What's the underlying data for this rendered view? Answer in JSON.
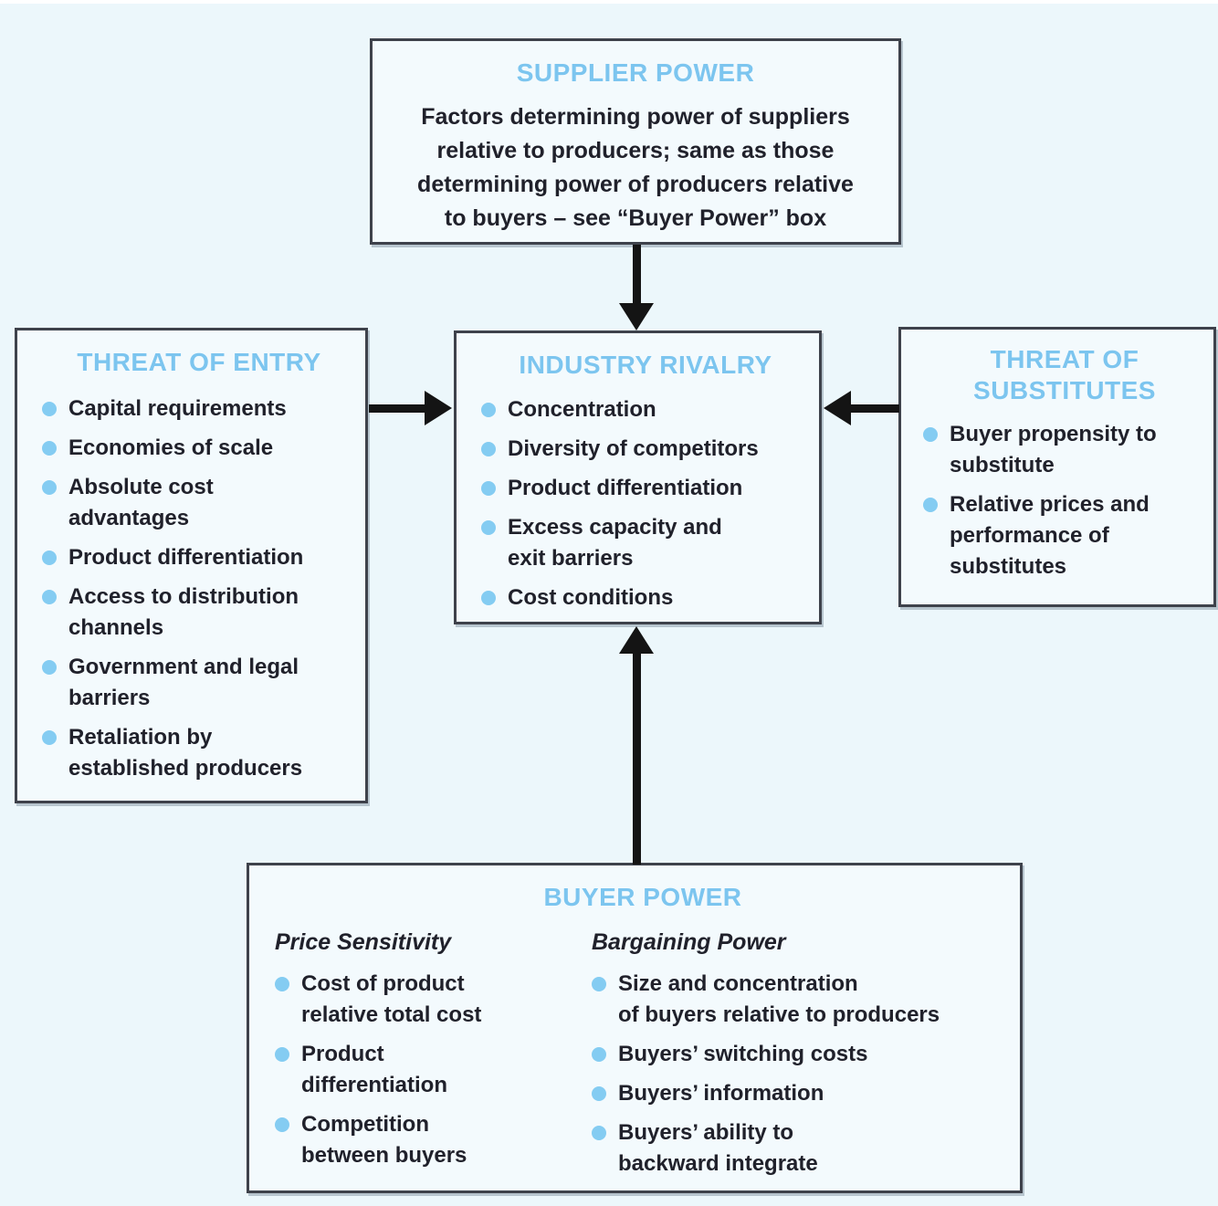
{
  "colors": {
    "background": "#ecf7fb",
    "box_background": "#f3fafd",
    "heading_blue": "#7cc5ef",
    "bullet_blue": "#84ccf2",
    "text": "#20212b",
    "border": "#3e424b",
    "arrow": "#141414"
  },
  "boxes": {
    "supplier_power": {
      "title": "SUPPLIER POWER",
      "body": "Factors determining power of suppliers\nrelative to producers; same as those\ndetermining power of producers relative\nto buyers – see “Buyer Power” box"
    },
    "threat_of_entry": {
      "title": "THREAT OF ENTRY",
      "items": [
        "Capital requirements",
        "Economies of scale",
        "Absolute cost\nadvantages",
        "Product differentiation",
        "Access to distribution\nchannels",
        "Government and legal\nbarriers",
        "Retaliation by\nestablished producers"
      ]
    },
    "industry_rivalry": {
      "title": "INDUSTRY RIVALRY",
      "items": [
        "Concentration",
        "Diversity of competitors",
        "Product differentiation",
        "Excess capacity and\nexit barriers",
        "Cost conditions"
      ]
    },
    "threat_of_substitutes": {
      "title": "THREAT OF\nSUBSTITUTES",
      "items": [
        "Buyer propensity to\nsubstitute",
        "Relative prices and\nperformance of\nsubstitutes"
      ]
    },
    "buyer_power": {
      "title": "BUYER POWER",
      "columns": [
        {
          "subtitle": "Price Sensitivity",
          "items": [
            "Cost of  product\nrelative total cost",
            "Product\ndifferentiation",
            "Competition\nbetween buyers"
          ]
        },
        {
          "subtitle": "Bargaining Power",
          "items": [
            "Size and concentration\nof buyers relative to  producers",
            "Buyers’ switching costs",
            "Buyers’ information",
            "Buyers’ ability to\nbackward integrate"
          ]
        }
      ]
    }
  }
}
